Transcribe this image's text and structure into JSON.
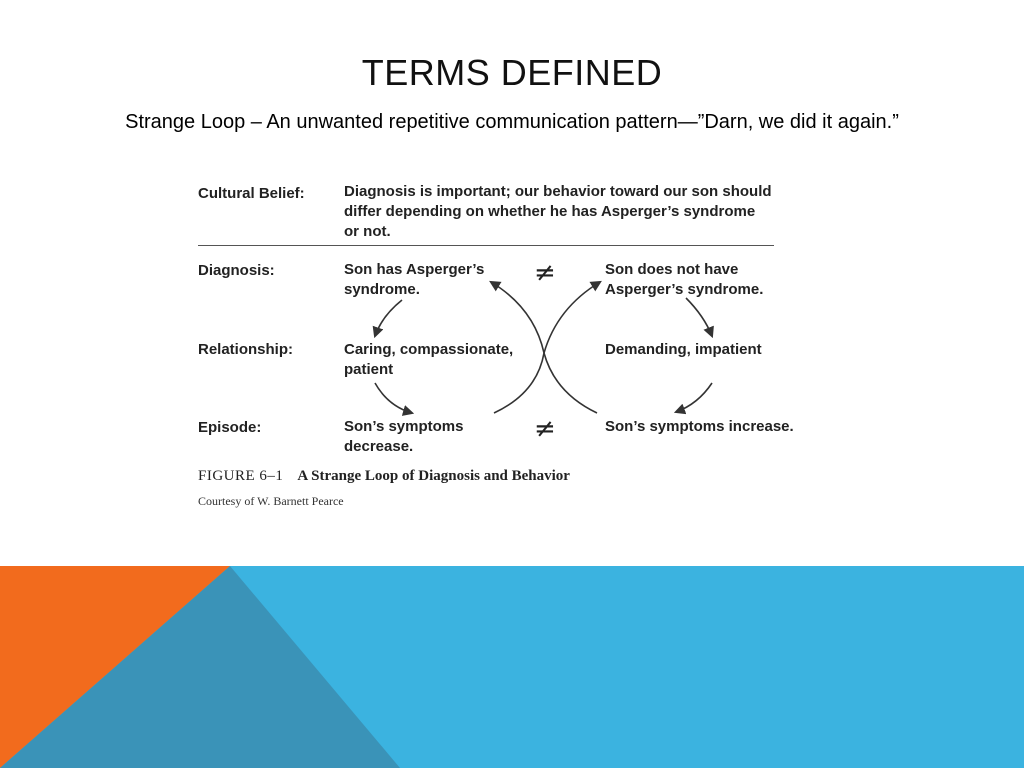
{
  "slide": {
    "title": "Terms Defined",
    "subtitle": "Strange Loop – An unwanted repetitive communication pattern—”Darn, we did it again.”"
  },
  "figure": {
    "rows": [
      {
        "label": "Cultural Belief:",
        "left": "Diagnosis is important; our behavior toward our son should differ depending on whether he has Asperger’s syndrome or not."
      },
      {
        "label": "Diagnosis:",
        "left": "Son has Asperger’s syndrome.",
        "right": "Son does not have Asperger’s syndrome."
      },
      {
        "label": "Relationship:",
        "left": "Caring, compassionate, patient",
        "right": "Demanding, impatient"
      },
      {
        "label": "Episode:",
        "left": "Son’s symptoms decrease.",
        "right": "Son’s symptoms increase."
      }
    ],
    "neq_symbol": "≠",
    "caption_number": "FIGURE 6–1",
    "caption_title": "A Strange Loop of Diagnosis and Behavior",
    "credit": "Courtesy of W. Barnett Pearce"
  },
  "colors": {
    "orange": "#F26B1D",
    "blue": "#3BB3E0",
    "steel_blue": "#3A93B8"
  }
}
